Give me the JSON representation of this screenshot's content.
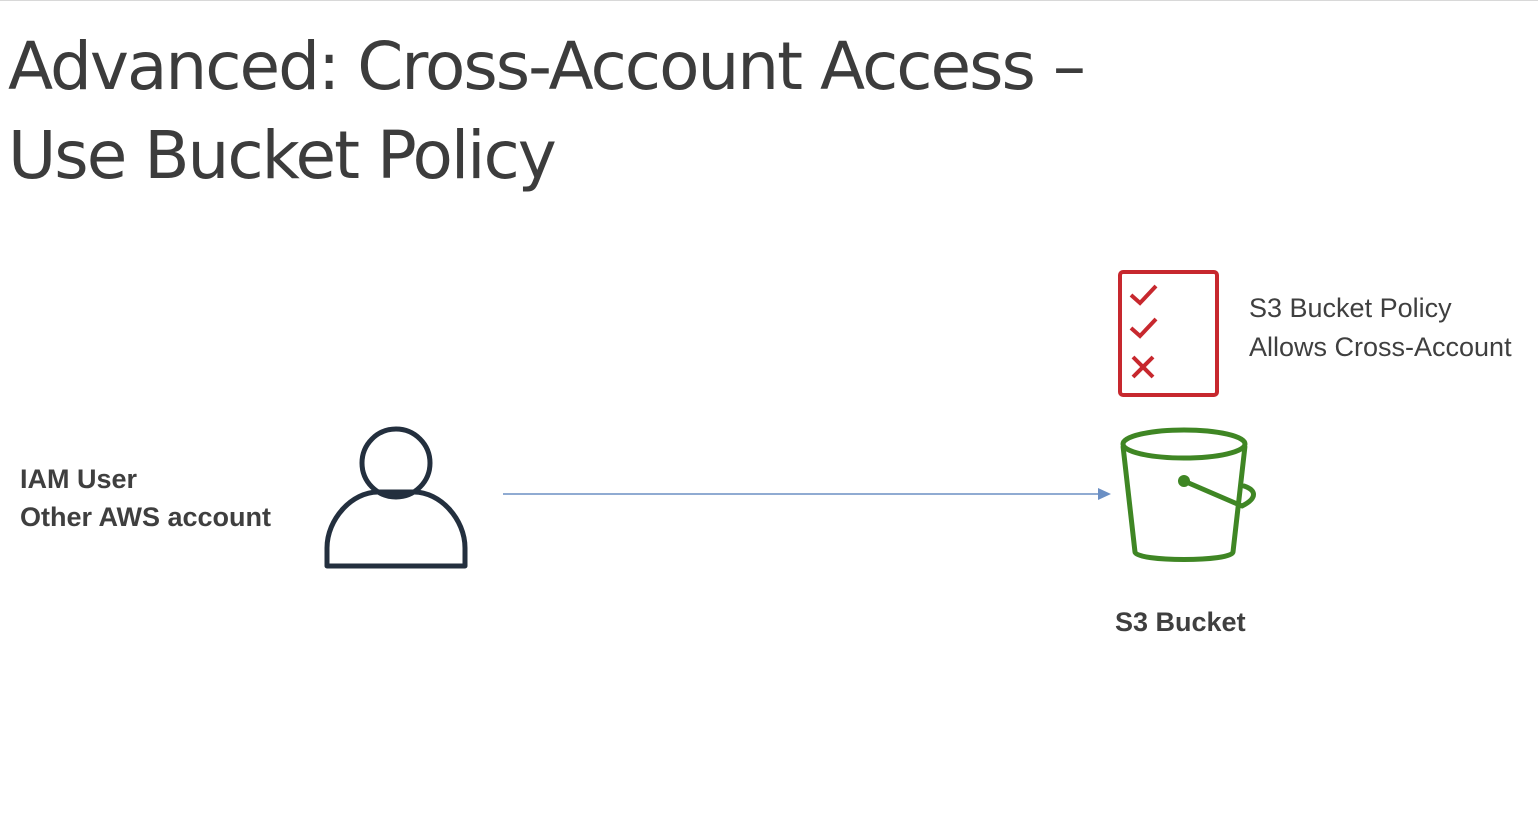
{
  "slide": {
    "title_line1": "Advanced: Cross-Account Access –",
    "title_line2": "Use Bucket Policy"
  },
  "user": {
    "label_line1": "IAM User",
    "label_line2": "Other AWS account",
    "icon": "user-icon"
  },
  "policy": {
    "label_line1": "S3 Bucket Policy",
    "label_line2": "Allows Cross-Account",
    "icon": "policy-checklist-icon",
    "color": "#c7282e"
  },
  "bucket": {
    "label": "S3 Bucket",
    "icon": "s3-bucket-icon",
    "color": "#3f8624"
  },
  "arrow": {
    "color": "#6b8fc4"
  },
  "colors": {
    "text": "#3f3f3f",
    "user_icon": "#232f3e"
  }
}
